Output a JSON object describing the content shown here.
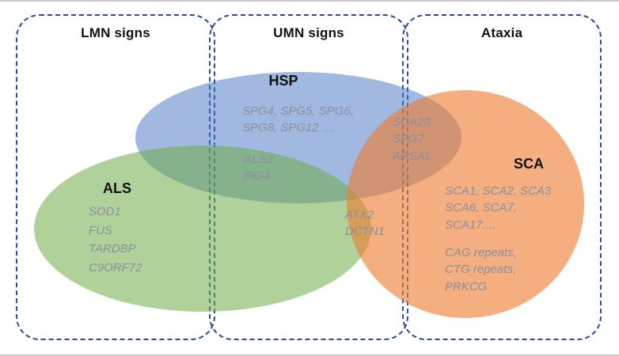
{
  "figure": {
    "columns": [
      {
        "label": "LMN signs"
      },
      {
        "label": "UMN signs"
      },
      {
        "label": "Ataxia"
      }
    ],
    "sets": {
      "hsp": {
        "label": "HSP",
        "color": "#4472c4",
        "genes": "SPG4, SPG5, SPG6,\nSPG8, SPG12 ...."
      },
      "als": {
        "label": "ALS",
        "color": "#70ad47",
        "genes": "SOD1\nFUS\nTARDBP\nC9ORF72"
      },
      "sca": {
        "label": "SCA",
        "color": "#ed7d31",
        "genes_top": "SCA1, SCA2, SCA3\nSCA6, SCA7,\nSCA17....",
        "genes_bottom": "CAG repeats,\nCTG repeats,\nPRKCG"
      }
    },
    "overlaps": {
      "hsp_als": "ALS2\nFIG4",
      "hsp_sca": "SCA28\nSPG7\nARSAL",
      "als_sca": "ATX2\nDCTN1"
    },
    "styles": {
      "box_border_color": "#2b4d9b",
      "gene_text_color": "#8a8f9e"
    }
  }
}
